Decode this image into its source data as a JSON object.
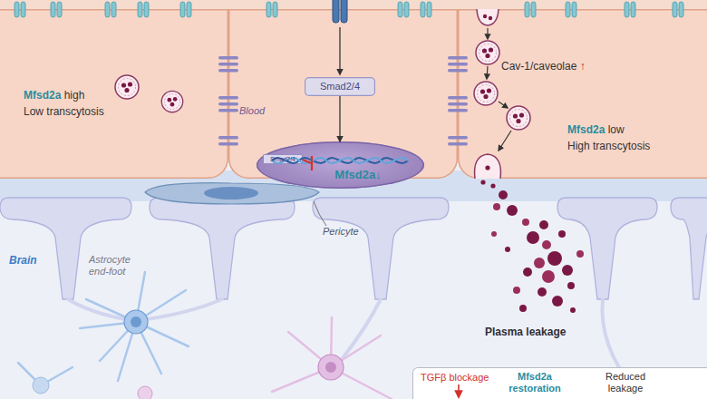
{
  "diagram": {
    "nodes": [
      {
        "text": [
          "Mfsd2a high",
          "Low transcytosis"
        ]
      },
      {
        "text": [
          "Blood"
        ]
      },
      {
        "text": [
          "Smad2/4"
        ],
        "in": 1
      },
      {
        "text": [
          "Mfsd2a↓"
        ],
        "in": 1
      },
      {
        "text": [
          "Smad2/4"
        ],
        "in": 3
      },
      {
        "text": [
          "Cav-1/caveolae ↑",
          "Mfsd2a low",
          "High transcytosis"
        ]
      },
      {
        "text": [
          "TGFβ blockage",
          "Mfsd2a restoration",
          "Reduced leakage"
        ]
      }
    ],
    "edges": [
      {
        "from": 2,
        "to": 3,
        "arrow": "to"
      }
    ],
    "labels": [
      "Brain",
      "Astrocyte end-foot",
      "Pericyte",
      "Plasma leakage"
    ]
  }
}
